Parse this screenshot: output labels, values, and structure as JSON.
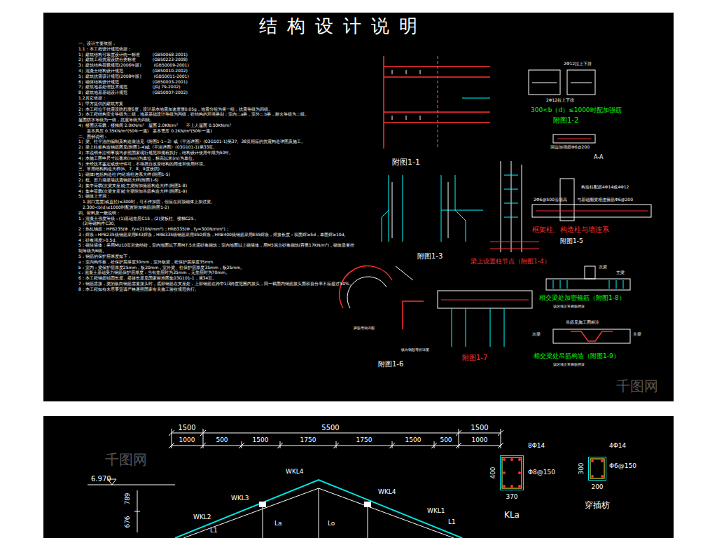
{
  "diagram": {
    "title": "结构设计说明",
    "nodes": [
      {
        "text": [
          "KLa"
        ]
      },
      {
        "text": [
          "穿插枋"
        ]
      }
    ],
    "labels": [
      "一、设计主要依据：",
      "1.1：本工程设计规范依据：",
      "1）建筑结构可靠度设计统一标准　　　(GB50068-2001)",
      "2）建筑工程抗震设防分类标准　　　　(GB50223-2008)",
      "3）建筑结构荷载规范(2006年版)　　　(GB50009-2001)",
      "4）混凝土结构设计规范　　　　　　　(GB50010-2002)",
      "5）建筑抗震设计规范(2008年版)　　　(GB50011-2001)",
      "6）砌体结构设计规范　　　　　　　　(GB50003-2001)",
      "7）建筑地基处理技术规范　　　　　　(JGJ 79-2002)",
      "8）建筑地基基础设计规范　　　　　　(GB50007-2002)",
      "1.2其它依据：",
      "1）甲方提供的建筑方案",
      "2）本工程位于抗震设防烈度6度，设计基本地震加速度值0.05g，地震分组为第一组，抗震等级为四级。",
      "3）本工程结构安全等级为二级，地基基础设计等级为丙级，砼结构的环境类别：室内二a类，室外二b类，耐火等级为二级。",
      "屋面防水等级为一级，抗震等级为四级。",
      "4）楼面活荷载：楼梯间 2.0KN/m²　屋面 2.0KN/m²　　不上人屋面 0.50KN/m²",
      "　　基本风压 0.35KN/m²(50年一遇)　基本雪压 0.2KN/m²(50年一遇)",
      "二、图例说明：",
      "1）梁、柱平法的编制及构造做法见《附图1-1~3》或《平法详图》(03G101-1)第37、38页相应的抗震构造详图及施工。",
      "2）梁上柱板构造钢筋图见(附图1-4)或《平法详图》(03G101-1)第33页。",
      "3）本说明未注明事项均参照国家现行规范和规程执行，结构设计使用年限为50年。",
      "4）本施工图中尺寸以毫米(mm)为单位，标高以米(m)为单位。",
      "5）未经技术鉴定或设计许可，不得擅自改变结构的用途和使用环境。",
      "三、常用结构构造大样(6、7、8、9度设防)",
      "1）砌体(包括构造柱)与砼墙柱连系大样(附图1-5)",
      "2）框、剪力墙梁墙抗震钢筋大样(附图1-6)",
      "3）集中荷载(次梁支座)处主梁附加箍筋构造大样(附图1-8)",
      "4）集中荷载(次梁支座)处主梁附加吊筋构造大样(附图1-9)",
      "5）砌体上开洞：",
      "　1.洞口宽度(或直径)≤300时，可不作加固，但应在洞顶砌体上加过梁。",
      "　2.300<b(d)≤1000时配置附加钢筋(附图1-2)",
      "四、材料及一般说明：",
      "1：混凝土强度等级：(1)基础垫层C15，(2)梁板柱、楼梯C25，",
      "　(3)等砌构件C30。",
      "2：热轧钢筋：HPB235(Φ，fy=210N/mm²)；HRB335(Φ，fy=300N/mm²)；",
      "3：焊条：HPB235级钢筋采用E43焊条，HRB335级钢筋采用E50焊条，HRB400级钢筋采用E55焊条，焊接长度：双面焊≥5d，单面焊≥10d。",
      "4：砂浆强度>0.5d。",
      "5：砌块墙体：采用MU10页岩烧结砖，室内地面以下用M7.5水泥砂浆砌筑；室内地面以上砌墙体，用M5混合砂浆砌筑(容重17KN/m³)，砌体质量控制等级为B级。",
      "5：钢筋的保护层厚度如下：",
      "a：室内构件板，砼保护层厚度30mm，室外板梁，砼保护层厚度35mm",
      "b：室内：梁保护层厚度25mm，板20mm，室外梁、柱保护层厚度35mm，板25mm。",
      "c：混凝土基础受力钢筋保护层厚度：当有垫层时为35mm，无垫层时为70mm。",
      "6：本工程钢筋锚固长度、搭接长度见国家标准图集03G101-1，第34页。",
      "7：钢筋搭接，梁的纵向钢筋需要接头时，底部钢筋在支座处，上部钢筋在跨中1/3跨度范围内接头，同一截面内钢筋接头面积百分率不应超过50%。",
      "8：本工程如有未尽事宜请严格遵照国家有关施工验收规范执行。",
      "附图1-1",
      "2Φ12拉上下排",
      "2Φ12拉上下排",
      "300<b（d）≤1000时配加强筋",
      "附图1-2",
      "洞边加强筋Φ6@200",
      "A-A",
      "附图1-3",
      "梁上设置柱节点（附图1-4）",
      "构造柱配筋4Φ14或4Φ12",
      "2Φ6@500沿墙高",
      "与基础圈梁相连箍筋Φ6@200",
      "框架柱、构造柱与墙连系",
      "附图1-5",
      "箍筋弯钩详图",
      "纵向钢筋弯折详图",
      "附图1-6",
      "附图1-7",
      "主梁",
      "次梁",
      "相交梁处加密箍筋（附图1-8）",
      "该区域正常箍筋照设",
      "吊筋见施工图标注",
      "主梁",
      "次梁",
      "相交梁处吊筋构造（附图1-9）",
      "该区域正常箍筋照设",
      "1500",
      "5500",
      "1500",
      "1000",
      "500",
      "1500",
      "1750",
      "1750",
      "1500",
      "500",
      "1000",
      "6.970",
      "789",
      "676",
      "WKL4",
      "WKL3",
      "WKL4",
      "WKL2",
      "WKL1",
      "L1",
      "La",
      "Lo",
      "L1",
      "8Φ14",
      "Φ8@150",
      "400",
      "370",
      "4Φ14",
      "Φ6@150",
      "300",
      "200",
      "千图网",
      "千图网"
    ]
  }
}
